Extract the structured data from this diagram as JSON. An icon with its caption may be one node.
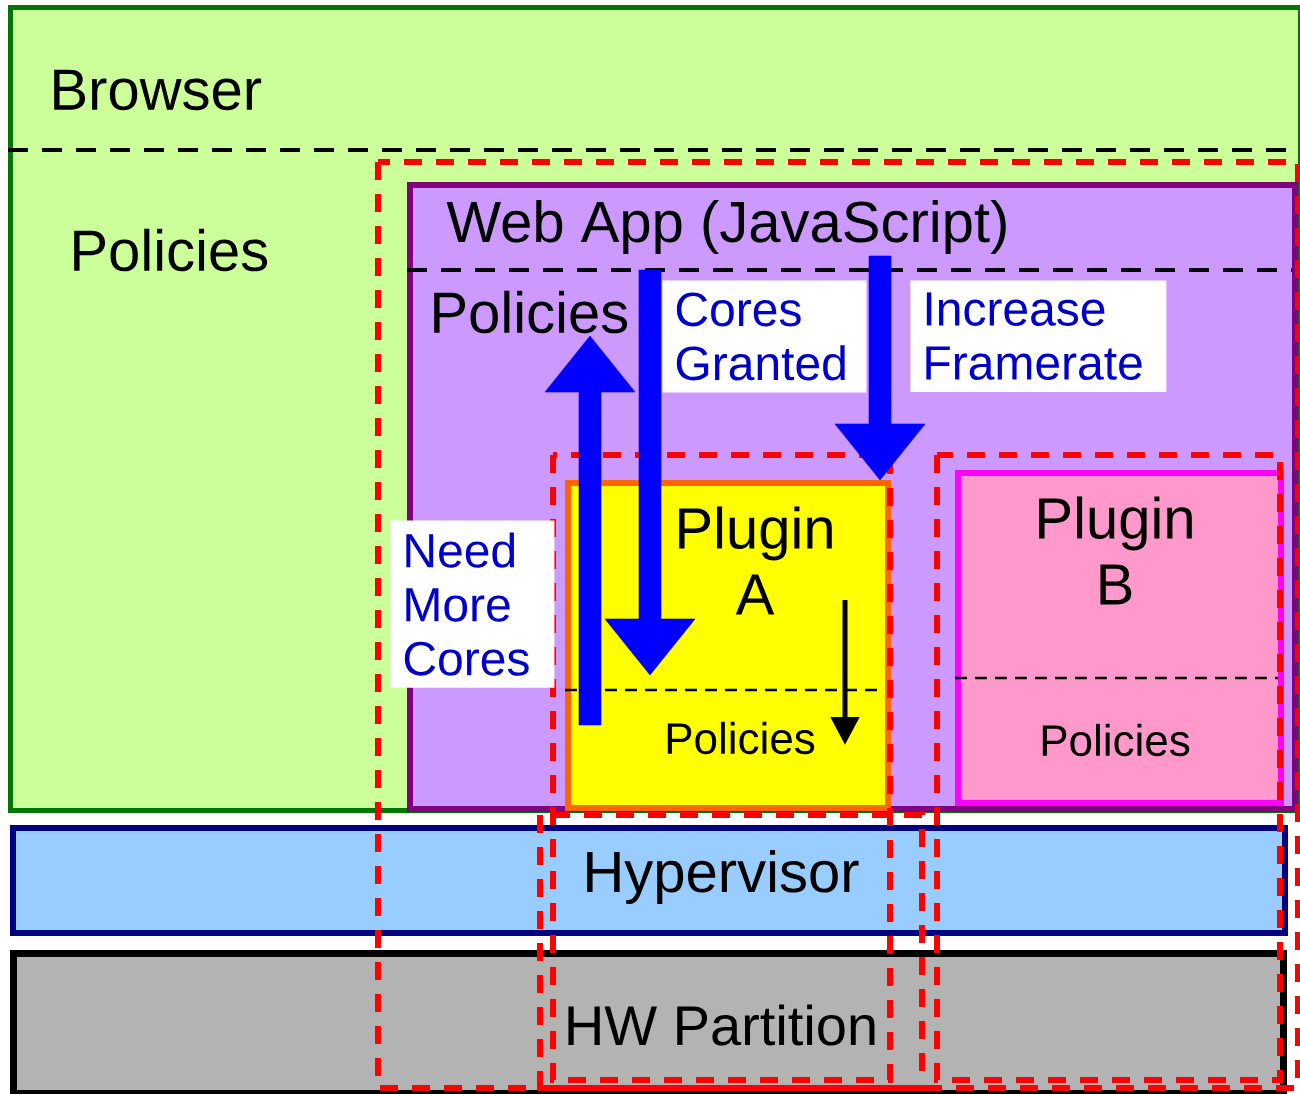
{
  "diagram": {
    "nodes": [
      {
        "text": [
          "Browser",
          "Policies"
        ]
      },
      {
        "text": [
          "Web App (JavaScript)",
          "Policies"
        ],
        "in": 0
      },
      {
        "text": [
          "Plugin A",
          "Policies"
        ],
        "in": 1
      },
      {
        "text": [
          "Plugin B",
          "Policies"
        ],
        "in": 1
      },
      {
        "text": [
          "Hypervisor"
        ]
      },
      {
        "text": [
          "HW Partition"
        ]
      }
    ],
    "edges": [
      {
        "from": 2,
        "to": 1,
        "arrow": "to",
        "label": "Need More Cores"
      },
      {
        "from": 1,
        "to": 2,
        "arrow": "to",
        "label": "Cores Granted"
      },
      {
        "from": 1,
        "to": 2,
        "arrow": "to",
        "label": "Increase Framerate"
      }
    ]
  }
}
